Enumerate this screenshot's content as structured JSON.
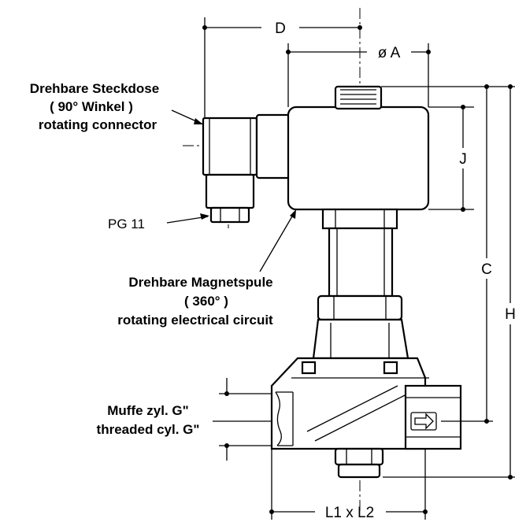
{
  "callouts": {
    "connector": [
      "Drehbare Steckdose",
      "( 90° Winkel )",
      "rotating connector"
    ],
    "coil": [
      "Drehbare Magnetspule",
      "( 360° )",
      "rotating electrical circuit"
    ],
    "thread": [
      "Muffe zyl. G\"",
      "threaded cyl. G\""
    ],
    "pg": "PG 11"
  },
  "dimensions": {
    "d": "D",
    "a": "ø A",
    "j": "J",
    "c": "C",
    "h": "H",
    "l": "L1 x L2"
  },
  "icons": [
    "flow-direction-arrow-icon"
  ]
}
